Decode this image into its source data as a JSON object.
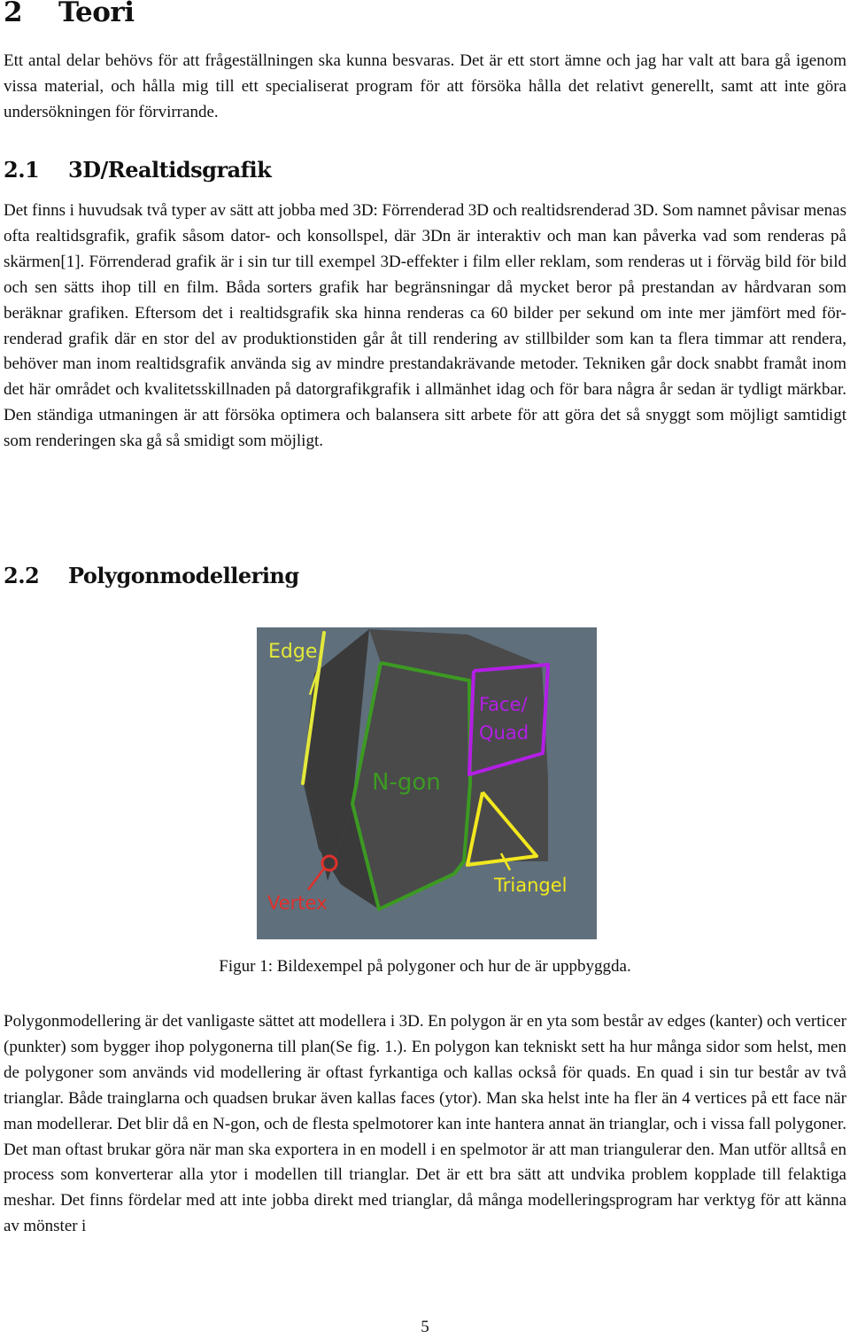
{
  "chapter": {
    "number": "2",
    "title": "Teori"
  },
  "intro": "Ett antal delar behövs för att frågeställningen ska kunna besvaras. Det är ett stort ämne och jag har valt att bara gå igenom vissa material, och hålla mig till ett specialiserat program för att försöka hålla det relativt generellt, samt att inte göra undersökningen för förvirrande.",
  "section_1": {
    "number": "2.1",
    "title": "3D/Realtidsgrafik",
    "body": "Det finns i huvudsak två typer av sätt att jobba med 3D: Förrenderad 3D och realtidsrenderad 3D. Som namnet påvisar menas ofta realtidsgrafik, grafik såsom dator- och konsollspel, där 3Dn är interaktiv och man kan påverka vad som renderas på skärmen[1]. Förrenderad grafik är i sin tur till exempel 3D-effekter i film eller reklam, som renderas ut i förväg bild för bild och sen sätts ihop till en film. Båda sorters grafik har begränsningar då mycket beror på prestandan av hårdvaran som beräknar grafiken. Eftersom det i realtidsgrafik ska hinna renderas ca 60 bilder per sekund om inte mer jämfört med för-renderad grafik där en stor del av produktionstiden går åt till rendering av stillbilder som kan ta flera timmar att rendera, behöver man inom realtidsgrafik använda sig av mindre prestandakrävande metoder. Tekniken går dock snabbt framåt inom det här området och kvalitetsskillnaden på datorgrafikgrafik i allmänhet idag och för bara några år sedan är tydligt märkbar. Den ständiga utmaningen är att försöka optimera och balansera sitt arbete för att göra det så snyggt som möjligt samtidigt som renderingen ska gå så smidigt som möjligt."
  },
  "section_2": {
    "number": "2.2",
    "title": "Polygonmodellering",
    "body": "Polygonmodellering är det vanligaste sättet att modellera i 3D. En polygon är en yta som består av edges (kanter) och verticer (punkter) som bygger ihop polygonerna till plan(Se fig. 1.). En polygon kan tekniskt sett ha hur många sidor som helst, men de polygoner som används vid modellering är oftast fyrkantiga och kallas också för quads. En quad i sin tur består av två trianglar. Både trainglarna och quadsen brukar även kallas faces (ytor). Man ska helst inte ha fler än 4 vertices på ett face när man modellerar. Det blir då en N-gon, och de flesta spelmotorer kan inte hantera annat än trianglar, och i vissa fall polygoner. Det man oftast brukar göra när man ska exportera in en modell i en spelmotor är att man triangulerar den. Man utför alltså en process som konverterar alla ytor i modellen till trianglar. Det är ett bra sätt att undvika problem kopplade till felaktiga meshar. Det finns fördelar med att inte jobba direkt med trianglar, då många modelleringsprogram har verktyg för att känna av mönster i"
  },
  "figure": {
    "labels": {
      "edge": "Edge",
      "face_line1": "Face/",
      "face_line2": "Quad",
      "ngon": "N-gon",
      "triangle": "Triangel",
      "vertex": "Vertex"
    },
    "colors": {
      "background": "#5f6f7c",
      "mesh_face": "#4a4a4a",
      "mesh_dark": "#3a3a3a",
      "edge": "#e3e83a",
      "ngon": "#3c9a22",
      "face_quad": "#b41ee6",
      "triangle": "#f2e81e",
      "vertex": "#e0302a"
    },
    "caption": "Figur 1: Bildexempel på polygoner och hur de är uppbyggda."
  },
  "page_number": "5"
}
